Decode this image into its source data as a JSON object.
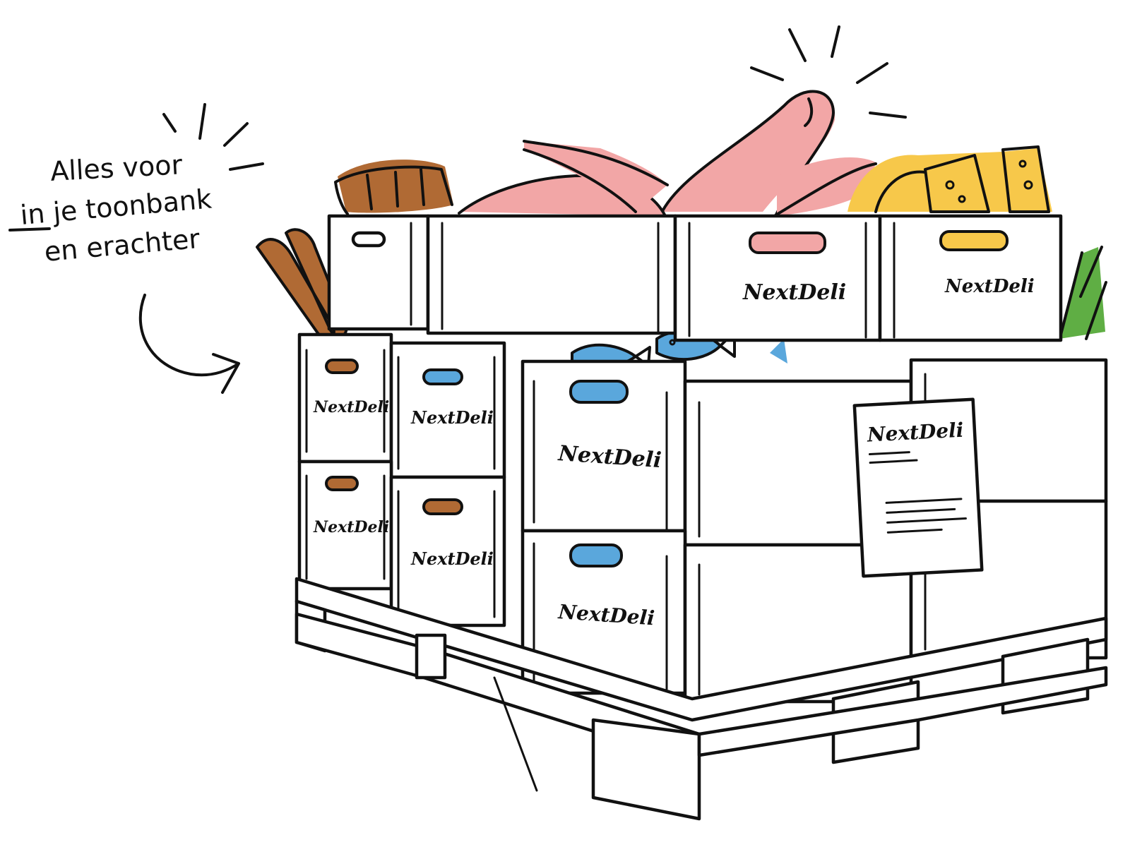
{
  "caption": {
    "line1": "Alles voor",
    "line2": "in je toonbank",
    "line3": "en erachter",
    "underlined_word": "in"
  },
  "brand": {
    "name": "NextDeli",
    "part1": "Next",
    "part2": "Deli"
  },
  "colors": {
    "ink": "#111111",
    "bread": "#b06a34",
    "meat": "#f2a6a6",
    "cheese": "#f7c84a",
    "fish": "#5aa7dc",
    "greens": "#5fae44"
  }
}
